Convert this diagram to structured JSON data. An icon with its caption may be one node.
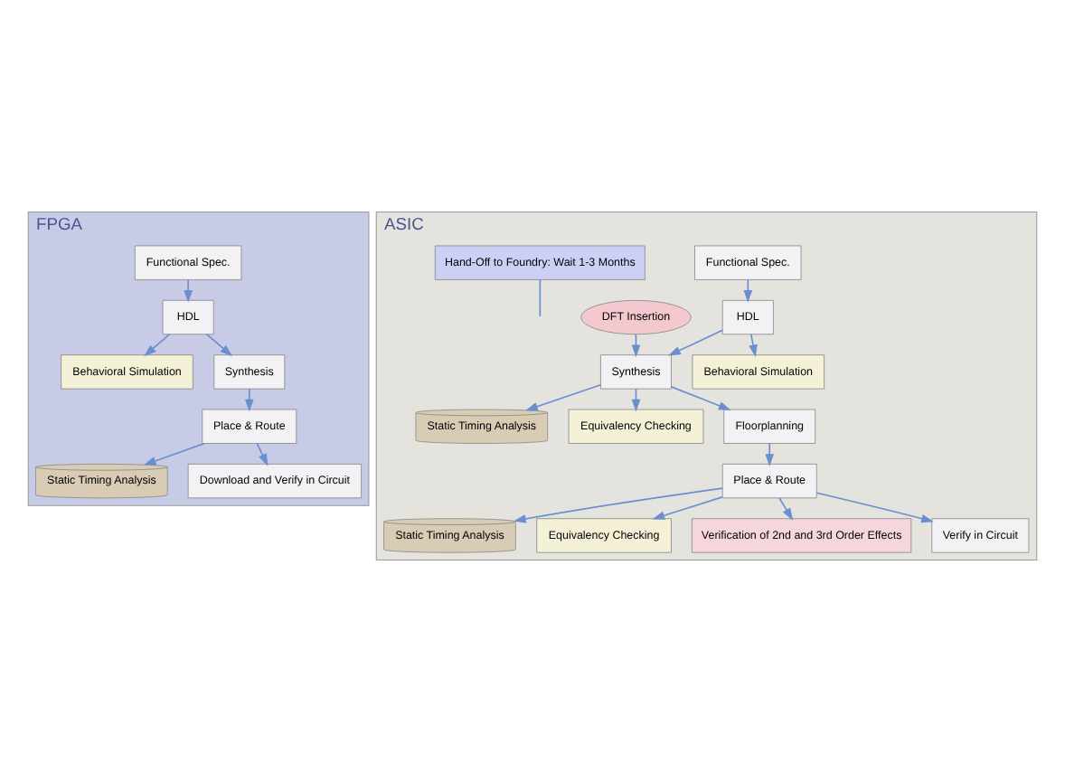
{
  "diagram": {
    "nodes": [
      {
        "text": [
          "FPGA"
        ]
      },
      {
        "text": [
          "Functional Spec."
        ],
        "in": 0
      },
      {
        "text": [
          "HDL"
        ],
        "in": 0
      },
      {
        "text": [
          "Behavioral Simulation"
        ],
        "in": 0
      },
      {
        "text": [
          "Synthesis"
        ],
        "in": 0
      },
      {
        "text": [
          "Place & Route"
        ],
        "in": 0
      },
      {
        "text": [
          "Static Timing Analysis"
        ],
        "in": 0
      },
      {
        "text": [
          "Download and Verify in Circuit"
        ],
        "in": 0
      },
      {
        "text": [
          "ASIC"
        ]
      },
      {
        "text": [
          "Functional Spec."
        ],
        "in": 8
      },
      {
        "text": [
          "HDL"
        ],
        "in": 8
      },
      {
        "text": [
          "Behavioral Simulation"
        ],
        "in": 8
      },
      {
        "text": [
          "DFT Insertion"
        ],
        "in": 8
      },
      {
        "text": [
          "Synthesis"
        ],
        "in": 8
      },
      {
        "text": [
          "Static Timing Analysis"
        ],
        "in": 8
      },
      {
        "text": [
          "Equivalency Checking"
        ],
        "in": 8
      },
      {
        "text": [
          "Floorplanning"
        ],
        "in": 8
      },
      {
        "text": [
          "Hand-Off to Foundry: Wait 1-3 Months"
        ],
        "in": 8
      },
      {
        "text": [
          "Place & Route"
        ],
        "in": 8
      },
      {
        "text": [
          "Static Timing Analysis"
        ],
        "in": 8
      },
      {
        "text": [
          "Equivalency Checking"
        ],
        "in": 8
      },
      {
        "text": [
          "Verification of 2nd and 3rd Order Effects"
        ],
        "in": 8
      },
      {
        "text": [
          "Verify in Circuit"
        ],
        "in": 8
      }
    ],
    "edges": [
      {
        "from": 1,
        "to": 2,
        "arrow": "to"
      },
      {
        "from": 2,
        "to": 4,
        "arrow": "to"
      },
      {
        "from": 2,
        "to": 3,
        "arrow": "to"
      },
      {
        "from": 4,
        "to": 5,
        "arrow": "to"
      },
      {
        "from": 5,
        "to": 7,
        "arrow": "to"
      },
      {
        "from": 5,
        "to": 6,
        "arrow": "to"
      },
      {
        "from": 9,
        "to": 10,
        "arrow": "to"
      },
      {
        "from": 10,
        "to": 13,
        "arrow": "to"
      },
      {
        "from": 10,
        "to": 11,
        "arrow": "to"
      },
      {
        "from": 12,
        "to": 13,
        "arrow": "to"
      },
      {
        "from": 13,
        "to": 16,
        "arrow": "to"
      },
      {
        "from": 13,
        "to": 14,
        "arrow": "to"
      },
      {
        "from": 13,
        "to": 15,
        "arrow": "to"
      },
      {
        "from": 16,
        "to": 18,
        "arrow": "to"
      },
      {
        "from": 17,
        "to": null,
        "arrow": "none"
      },
      {
        "from": 18,
        "to": 22,
        "arrow": "to"
      },
      {
        "from": 18,
        "to": 19,
        "arrow": "to"
      },
      {
        "from": 18,
        "to": 20,
        "arrow": "to"
      },
      {
        "from": 18,
        "to": 21,
        "arrow": "to"
      }
    ]
  }
}
